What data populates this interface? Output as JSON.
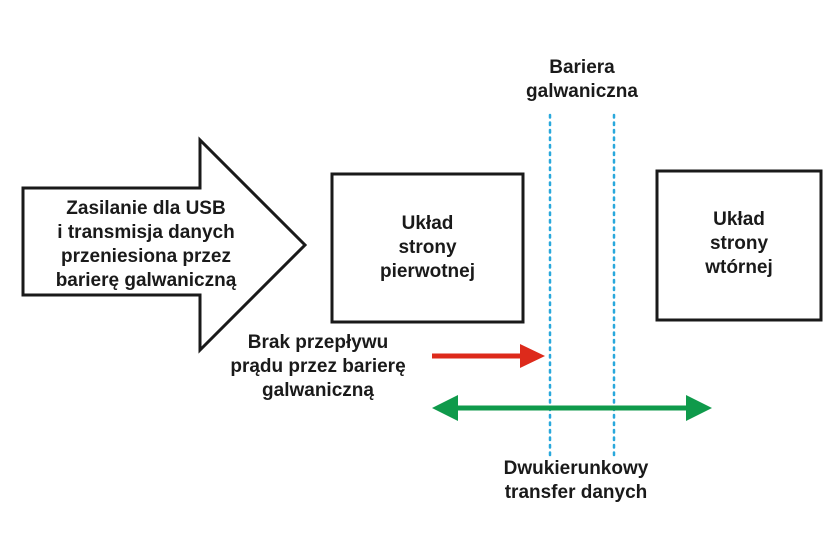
{
  "big_arrow": {
    "lines": [
      "Zasilanie dla USB",
      "i transmisja danych",
      "przeniesiona przez",
      "barierę galwaniczną"
    ]
  },
  "primary_box": {
    "lines": [
      "Układ",
      "strony",
      "pierwotnej"
    ]
  },
  "secondary_box": {
    "lines": [
      "Układ",
      "strony",
      "wtórnej"
    ]
  },
  "barrier": {
    "lines": [
      "Bariera",
      "galwaniczna"
    ],
    "line_color": "#29a8dc"
  },
  "no_current": {
    "lines": [
      "Brak przepływu",
      "prądu przez barierę",
      "galwaniczną"
    ],
    "arrow_color": "#dd2a1b"
  },
  "bidirectional": {
    "lines": [
      "Dwukierunkowy",
      "transfer danych"
    ],
    "arrow_color": "#0f9a4b"
  }
}
